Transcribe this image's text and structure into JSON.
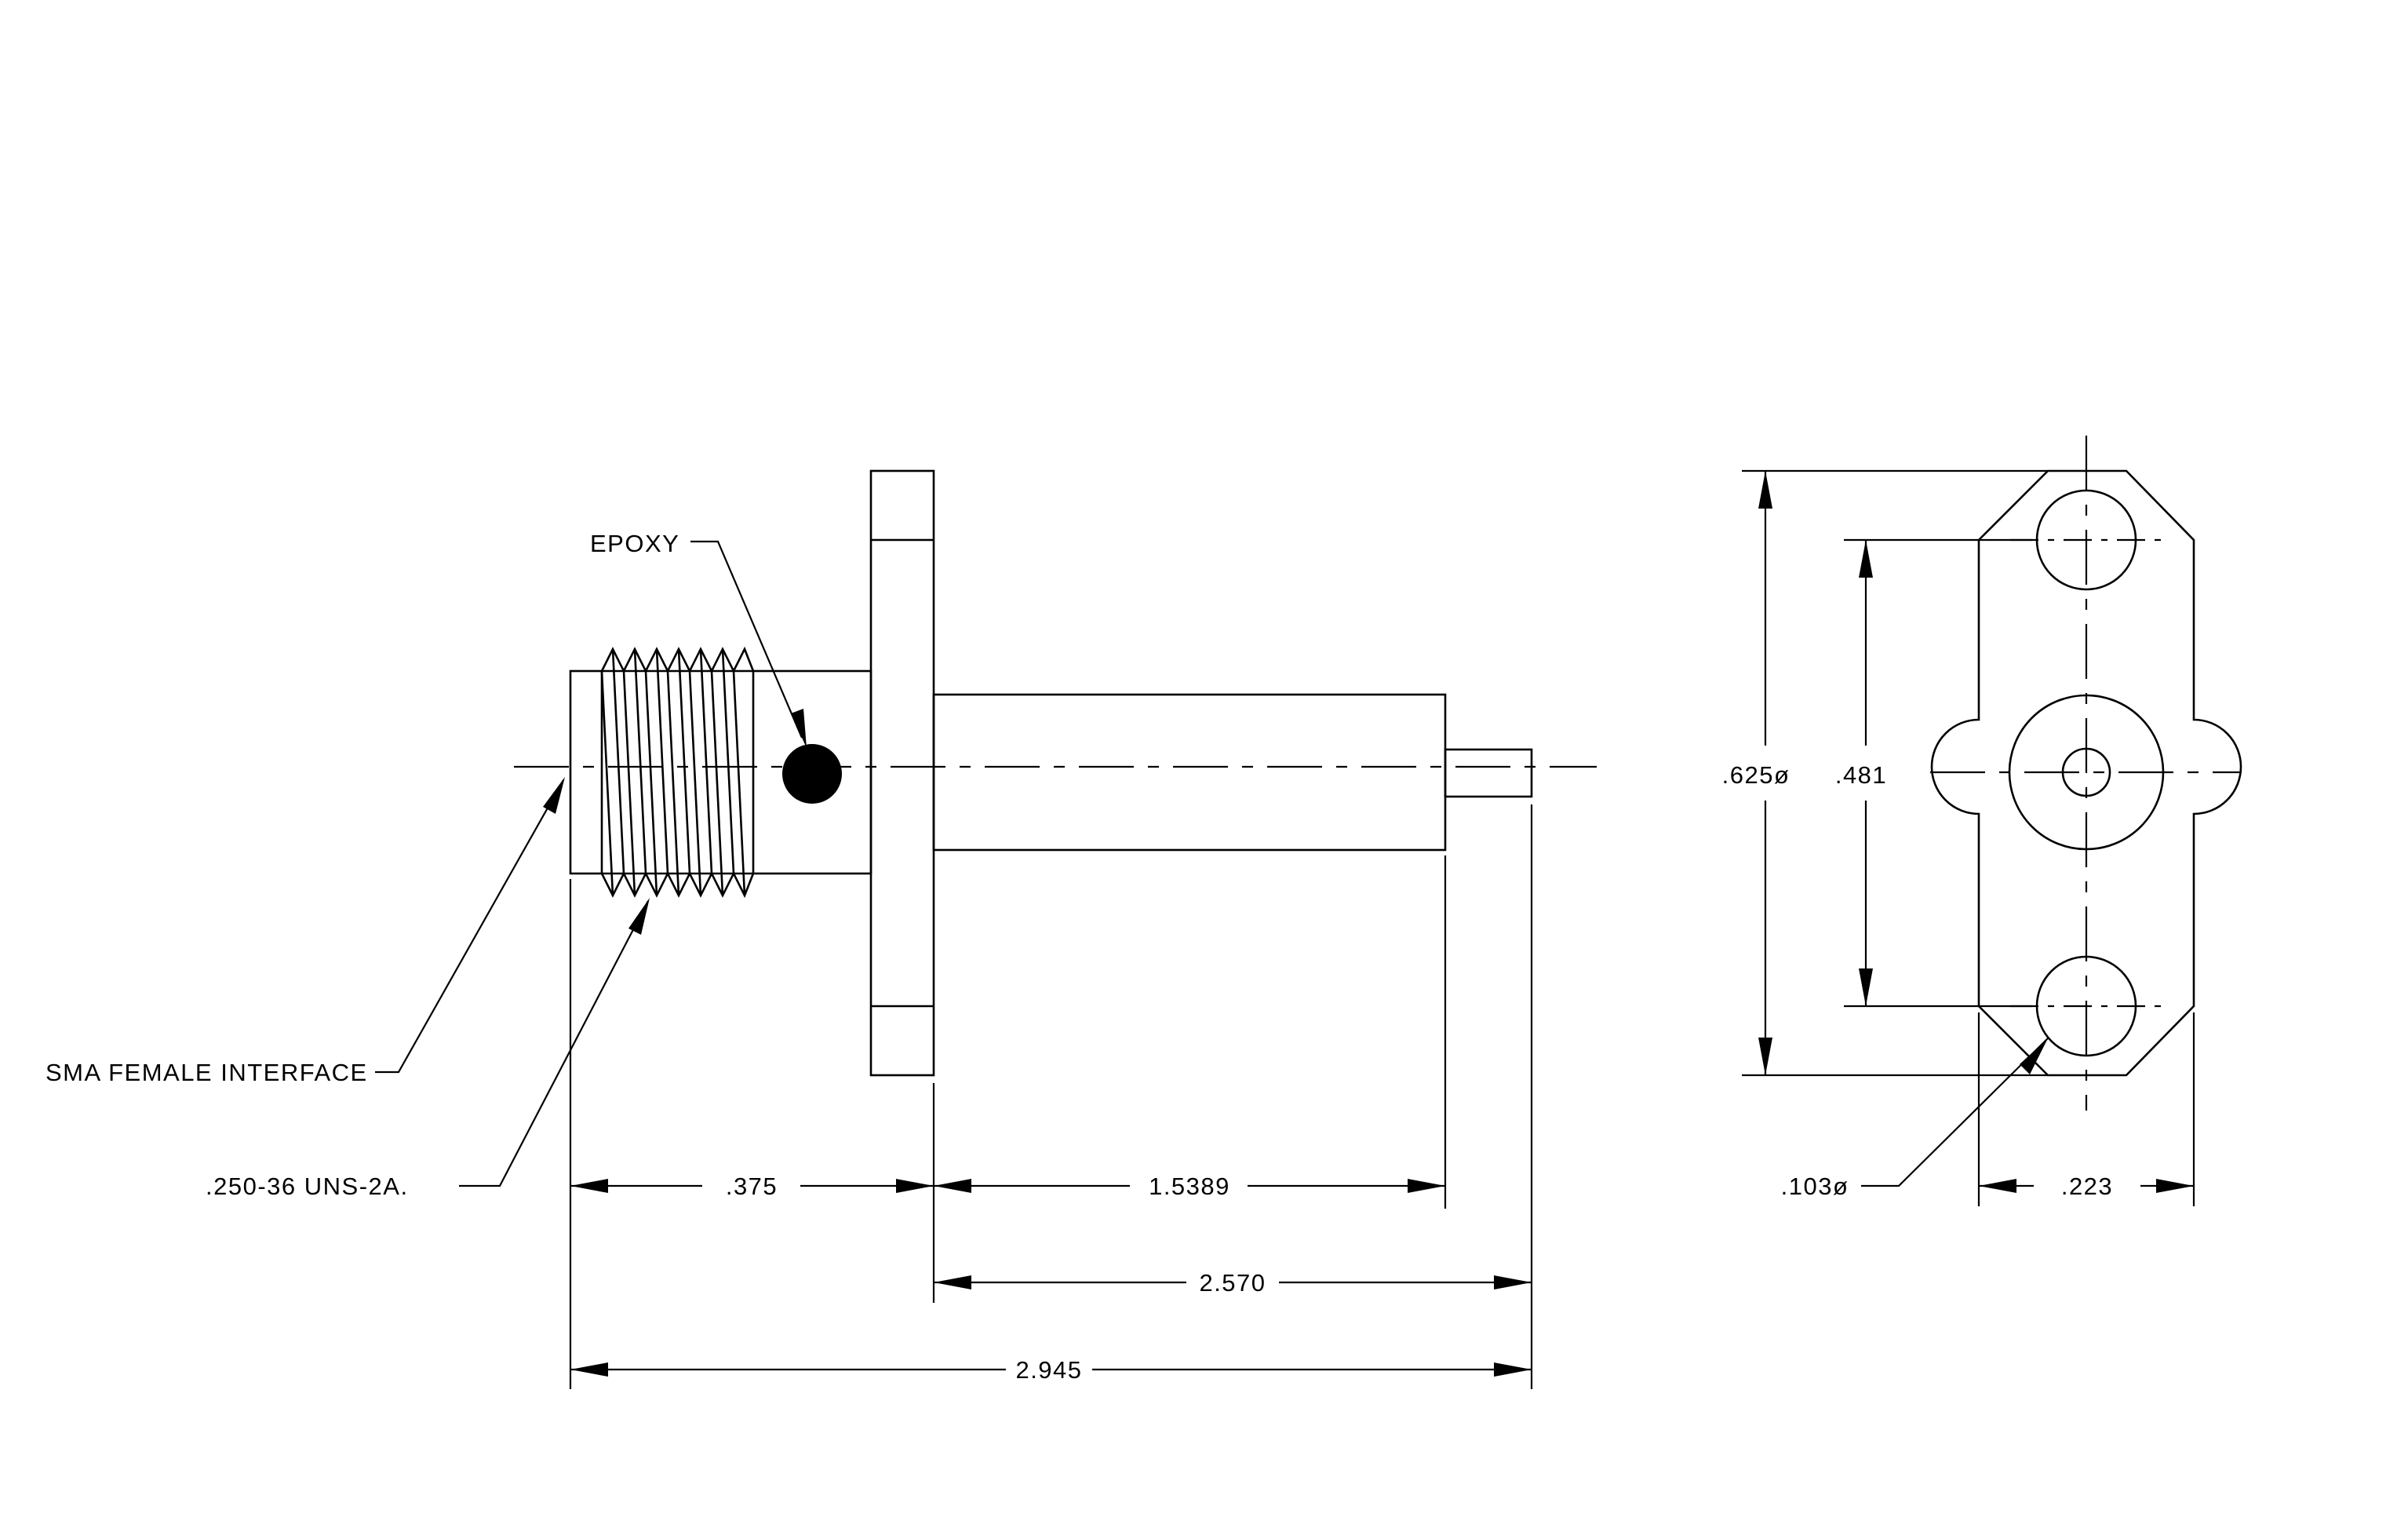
{
  "labels": {
    "epoxy": "EPOXY",
    "sma_interface": "SMA FEMALE INTERFACE",
    "thread": ".250-36 UNS-2A."
  },
  "dimensions": {
    "flange_to_thread": ".375",
    "body_length": "1.5389",
    "flange_to_pin": "2.570",
    "overall_length": "2.945",
    "flange_height": ".625",
    "hole_spacing": ".481",
    "hole_diameter": ".103",
    "flange_width": ".223",
    "diameter_symbol": "ø"
  },
  "colors": {
    "ink": "#000000",
    "paper": "#ffffff"
  }
}
